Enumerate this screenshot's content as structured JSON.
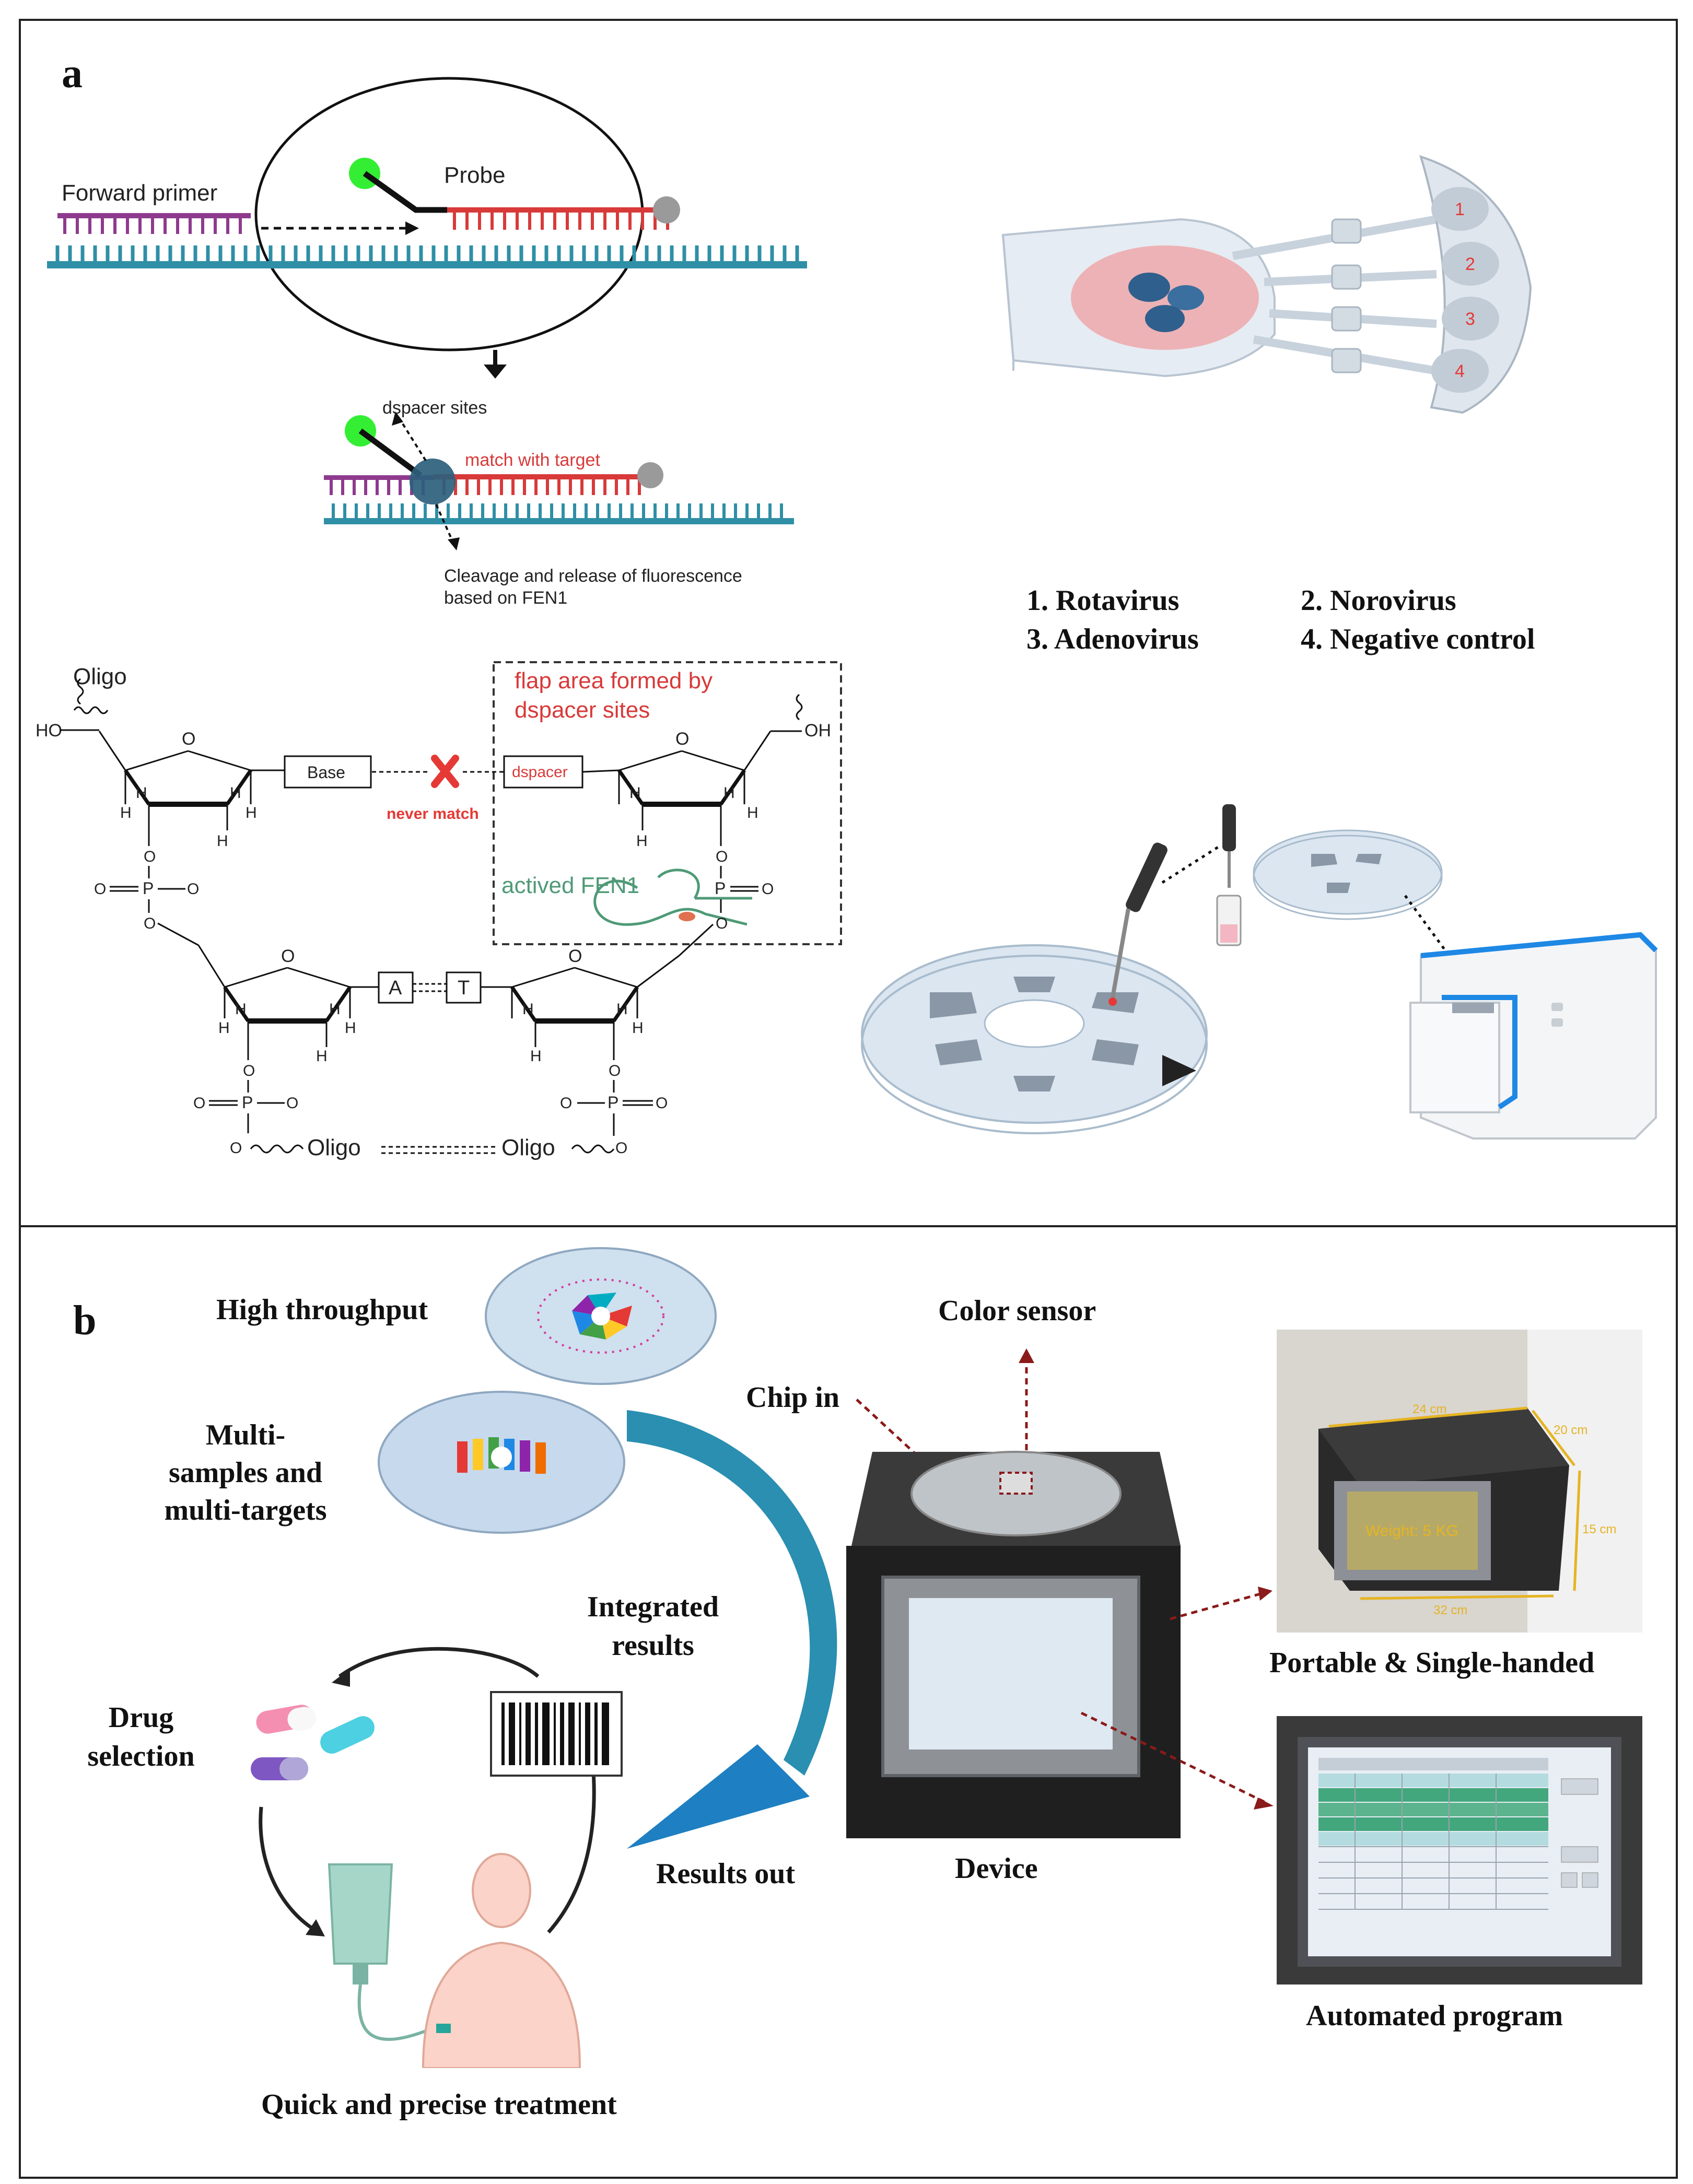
{
  "panel_a": {
    "letter": "a",
    "forward_primer": "Forward primer",
    "probe": "Probe",
    "dspacer_sites": "dspacer sites",
    "match_with_target": "match with target",
    "cleavage_line1": "Cleavage and release of fluorescence",
    "cleavage_line2": "based on FEN1",
    "chem": {
      "oligo_top_left": "Oligo",
      "ho": "HO",
      "oh": "OH",
      "flap_line1": "flap area formed by",
      "flap_line2": "dspacer sites",
      "base": "Base",
      "dspacer": "dspacer",
      "never_match": "never match",
      "actived_fen1": "actived FEN1",
      "a": "A",
      "t": "T",
      "oligo_bottom_left": "Oligo",
      "oligo_bottom_right": "Oligo",
      "h": "H",
      "o": "O",
      "p": "P"
    },
    "chip_well_numbers": [
      "1",
      "2",
      "3",
      "4"
    ],
    "legend": {
      "item1": "1. Rotavirus",
      "item2": "2. Norovirus",
      "item3": "3. Adenovirus",
      "item4": "4. Negative control"
    }
  },
  "panel_b": {
    "letter": "b",
    "high_throughput": "High throughput",
    "multi_line1": "Multi-",
    "multi_line2": "samples and",
    "multi_line3": "multi-targets",
    "chip_in": "Chip in",
    "color_sensor": "Color sensor",
    "integrated_line1": "Integrated",
    "integrated_line2": "results",
    "drug_line1": "Drug",
    "drug_line2": "selection",
    "results_out": "Results out",
    "device": "Device",
    "portable": "Portable & Single-handed",
    "automated": "Automated program",
    "quick_treatment": "Quick and precise treatment",
    "dim_24": "24 cm",
    "dim_20": "20 cm",
    "dim_15": "15 cm",
    "dim_32": "32 cm",
    "weight": "Weight: 5 KG"
  },
  "colors": {
    "dna_teal": "#2f8fa6",
    "primer_purple": "#8e3a8e",
    "probe_red": "#d83a3a",
    "fluor_green": "#33dd33",
    "fen1_green": "#4f9a77",
    "arrow_teal": "#2a8fb0",
    "dashed_red": "#8b1a1a"
  }
}
